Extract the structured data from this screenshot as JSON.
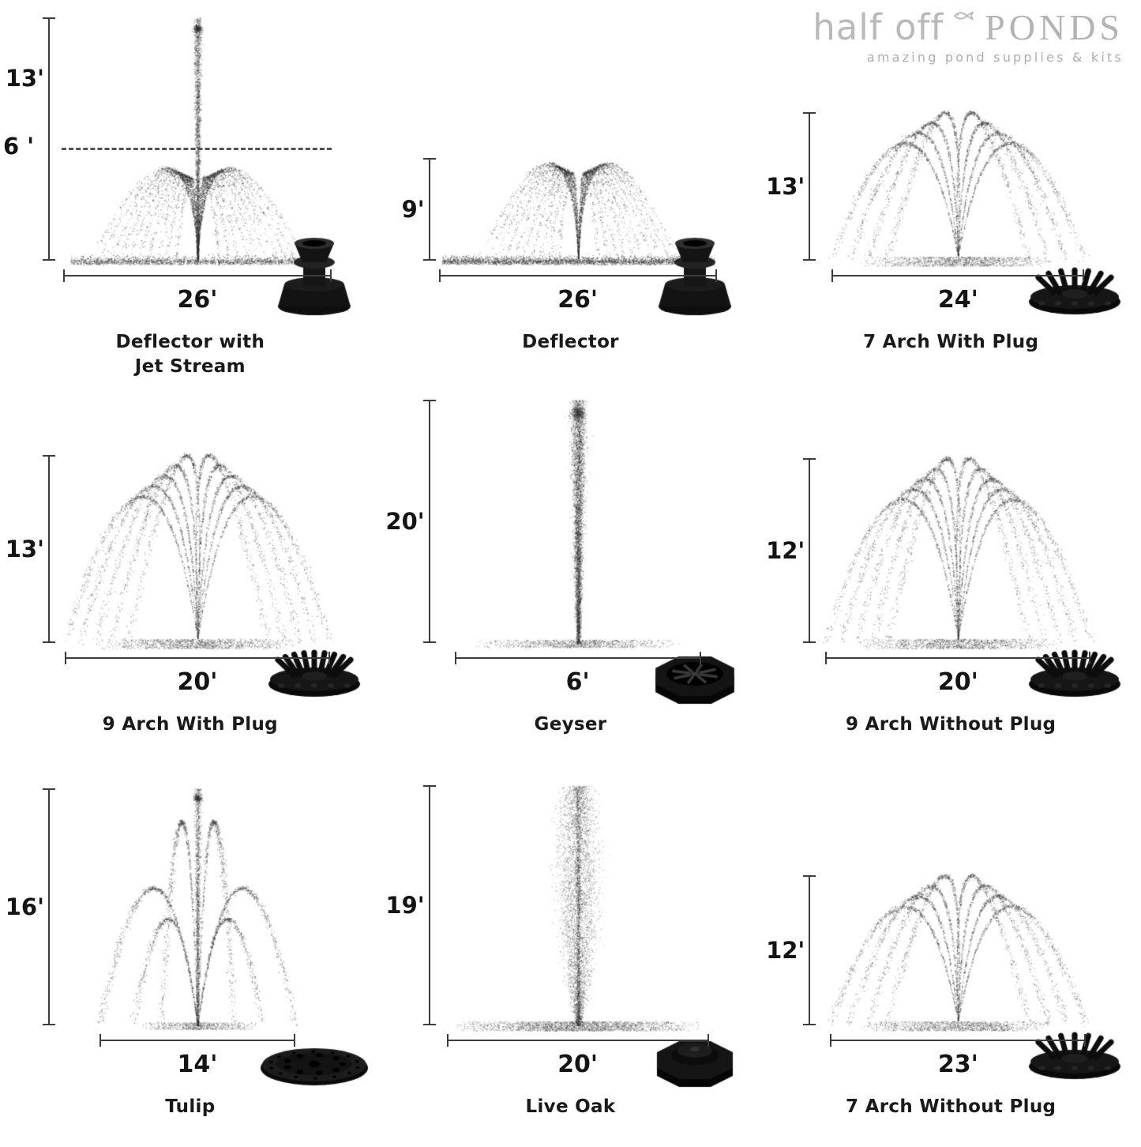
{
  "logo": {
    "brand_light": "half off",
    "brand_strong": "PONDS",
    "tagline": "amazing pond supplies & kits"
  },
  "cells": [
    {
      "name": "Deflector with\nJet Stream",
      "height": "13'",
      "secondary_height": "6 '",
      "width": "26'",
      "pattern": "deflector-jet-stream",
      "nozzle": "deflector"
    },
    {
      "name": "Deflector",
      "height": "9'",
      "width": "26'",
      "pattern": "deflector",
      "nozzle": "deflector"
    },
    {
      "name": "7 Arch With Plug",
      "height": "13'",
      "width": "24'",
      "pattern": "arch-7-plug",
      "nozzle": "arch-7"
    },
    {
      "name": "9 Arch With Plug",
      "height": "13'",
      "width": "20'",
      "pattern": "arch-9-plug",
      "nozzle": "arch-9"
    },
    {
      "name": "Geyser",
      "height": "20'",
      "width": "6'",
      "pattern": "geyser",
      "nozzle": "geyser"
    },
    {
      "name": "9 Arch Without Plug",
      "height": "12'",
      "width": "20'",
      "pattern": "arch-9",
      "nozzle": "arch-9"
    },
    {
      "name": "Tulip",
      "height": "16'",
      "width": "14'",
      "pattern": "tulip",
      "nozzle": "tulip"
    },
    {
      "name": "Live Oak",
      "height": "19'",
      "width": "20'",
      "pattern": "live-oak",
      "nozzle": "live-oak"
    },
    {
      "name": "7 Arch Without Plug",
      "height": "12'",
      "width": "23'",
      "pattern": "arch-7",
      "nozzle": "arch-7"
    }
  ]
}
